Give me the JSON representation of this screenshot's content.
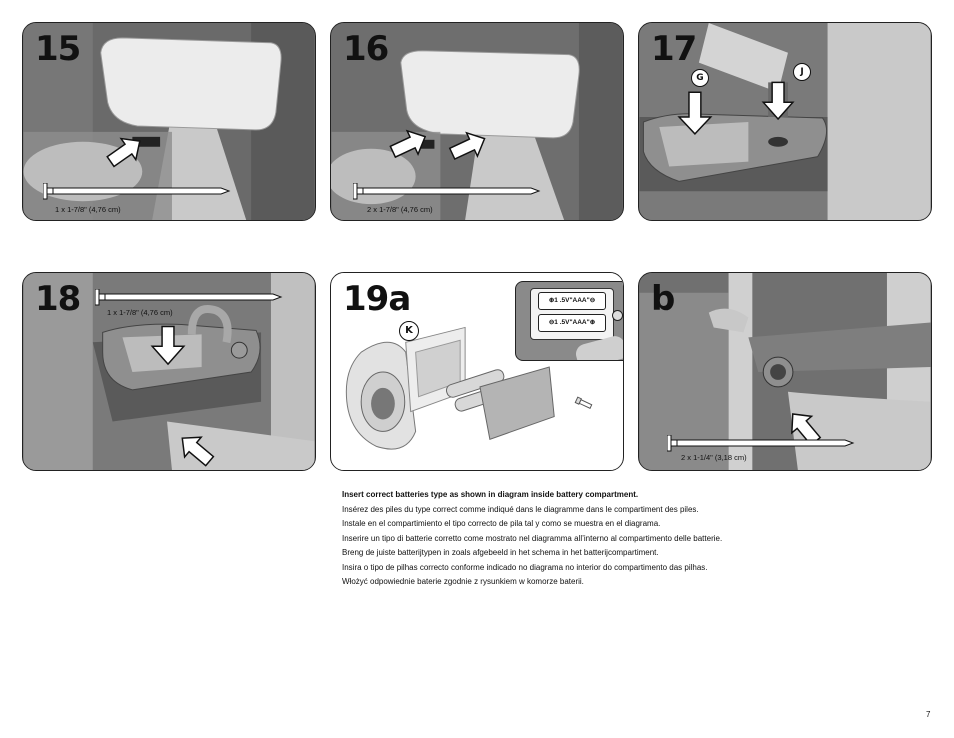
{
  "steps": [
    {
      "number": "15",
      "screw_label": "1 x 1-7/8\" (4,76 cm)"
    },
    {
      "number": "16",
      "screw_label": "2 x 1-7/8\" (4,76 cm)"
    },
    {
      "number": "17",
      "callouts": [
        "G",
        "J"
      ]
    },
    {
      "number": "18",
      "screw_label": "1 x 1-7/8\" (4,76 cm)"
    },
    {
      "number": "19a",
      "callouts": [
        "K"
      ],
      "battery_slots": [
        "1 .5V\"AAA\"",
        "1 .5V\"AAA\""
      ]
    },
    {
      "number": "b",
      "screw_label": "2 x 1-1/4\" (3,18 cm)"
    }
  ],
  "instructions": [
    "Insert correct batteries type as shown in diagram inside battery compartment.",
    "Insérez des piles du type correct comme indiqué dans le diagramme dans le compartiment des piles.",
    "Instale en el compartimiento el tipo correcto de pila tal y como se muestra en el diagrama.",
    "Inserire un tipo di batterie corretto come mostrato nel diagramma all’interno al compartimento delle batterie.",
    "Breng de juiste batterijtypen in zoals afgebeeld in het schema in het batterijcompartiment.",
    "Insira o tipo de pilhas correcto conforme indicado no diagrama no interior do compartimento das pilhas.",
    "Włożyć odpowiednie baterie zgodnie z rysunkiem w komorze baterii."
  ],
  "page_number": "7",
  "colors": {
    "photo_dark": "#5e5e5e",
    "photo_mid": "#8c8c8c",
    "photo_light": "#d9d9d9",
    "border": "#222222"
  }
}
